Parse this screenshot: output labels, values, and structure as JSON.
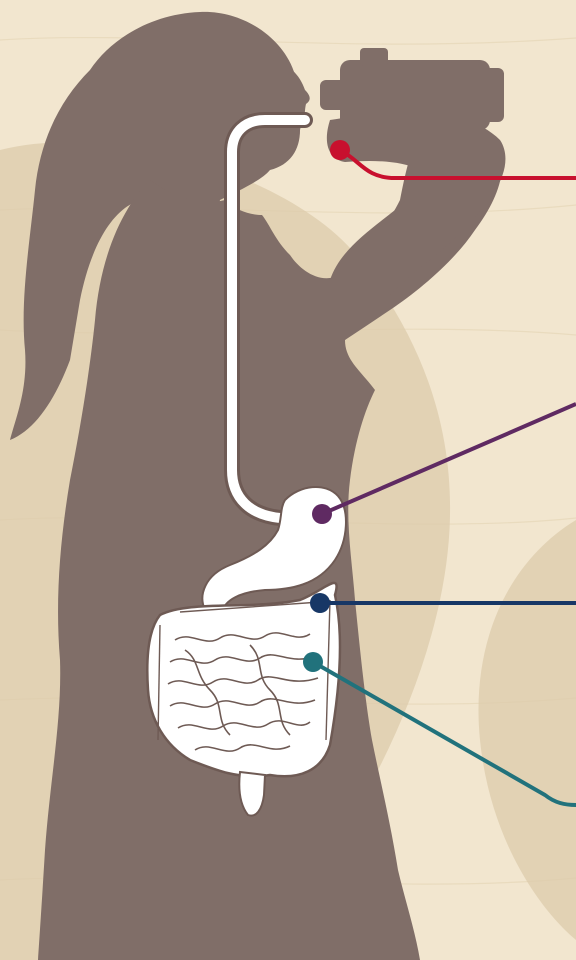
{
  "colors": {
    "background": "#f2e6cf",
    "background_shape": "#dccbab",
    "silhouette": "#806e68",
    "organ_fill": "#ffffff",
    "organ_outline": "#6e5a54",
    "mouth_marker": "#c8102e",
    "stomach_marker": "#5f2a62",
    "small_intestine_marker": "#173766",
    "large_intestine_marker": "#21727c"
  },
  "markers": [
    {
      "id": "mouth",
      "color_key": "mouth_marker"
    },
    {
      "id": "stomach",
      "color_key": "stomach_marker"
    },
    {
      "id": "small-intestine",
      "color_key": "small_intestine_marker"
    },
    {
      "id": "large-intestine",
      "color_key": "large_intestine_marker"
    }
  ],
  "icons": {
    "figure": "woman-drinking-silhouette",
    "bottle": "bottle-icon",
    "organs": "digestive-tract-illustration"
  }
}
